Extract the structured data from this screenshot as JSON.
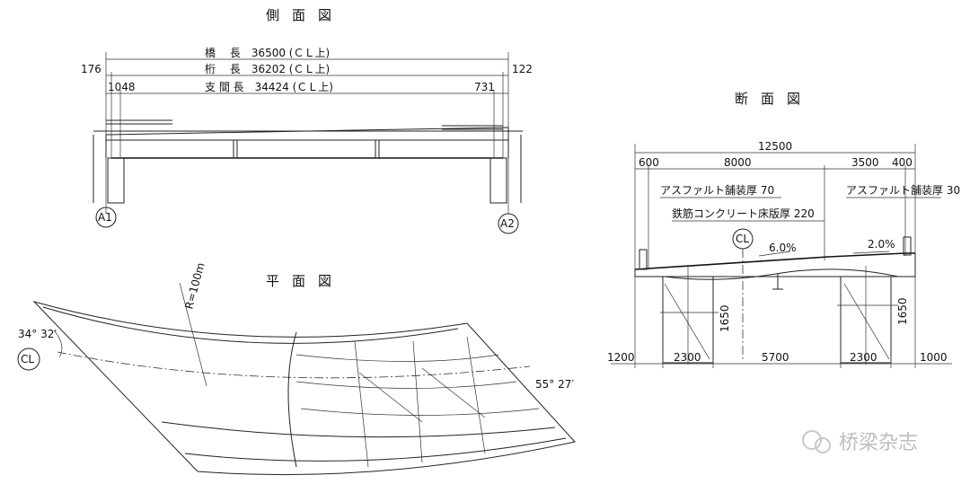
{
  "side_view": {
    "title": "側面図",
    "bridge_length": "橋　 長　36500 (ＣＬ上)",
    "girder_length": "桁　 長　36202 (ＣＬ上)",
    "span_length": "支 間 長　34424 (ＣＬ上)",
    "left_end": "176",
    "right_end": "122",
    "left_bearing": "1048",
    "right_bearing": "731",
    "abutment_a1": "A1",
    "abutment_a2": "A2"
  },
  "plan_view": {
    "title": "平面図",
    "radius": "R=100m",
    "angle_left": "34° 32′",
    "angle_right": "55° 27′",
    "centerline": "CL"
  },
  "section_view": {
    "title": "断面図",
    "total_width": "12500",
    "dim_600": "600",
    "dim_8000": "8000",
    "dim_3500": "3500",
    "dim_400": "400",
    "asphalt_left": "アスファルト舗装厚 70",
    "asphalt_right": "アスファルト舗装厚 30",
    "rc_slab": "鉄筋コンクリート床版厚 220",
    "centerline": "CL",
    "slope_left": "6.0%",
    "slope_right": "2.0%",
    "height_left": "1650",
    "height_right": "1650",
    "bottom_1200": "1200",
    "bottom_2300a": "2300",
    "bottom_5700": "5700",
    "bottom_2300b": "2300",
    "bottom_1000": "1000"
  },
  "watermark": "桥梁杂志"
}
